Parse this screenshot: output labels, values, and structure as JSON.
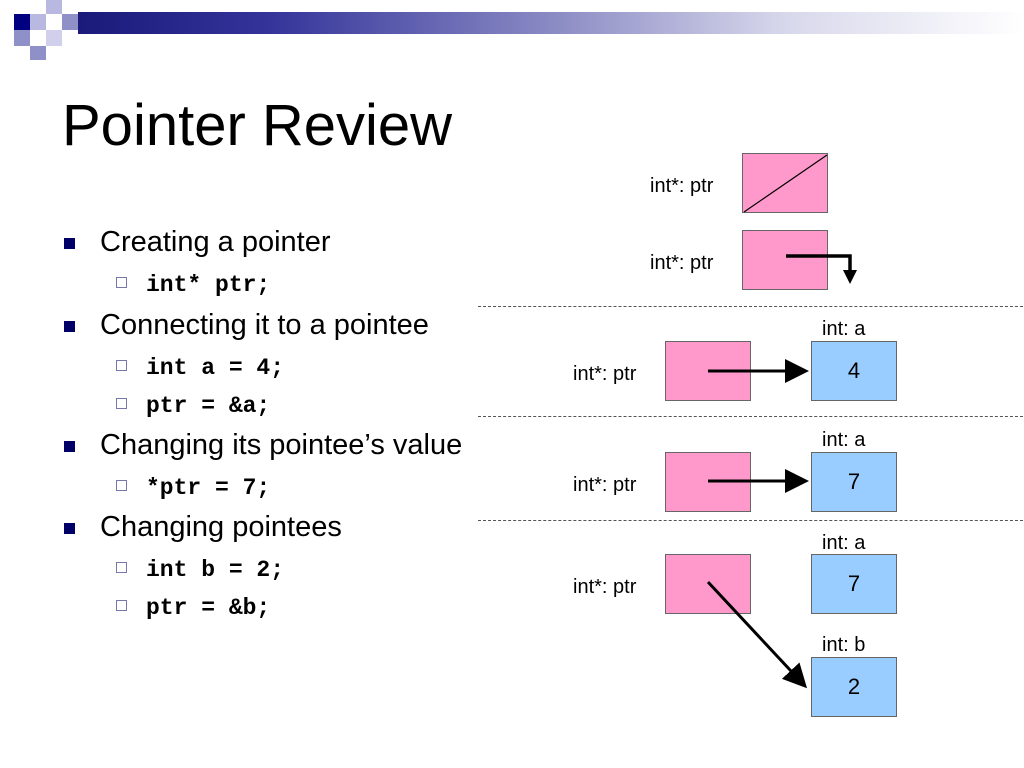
{
  "slide": {
    "title": "Pointer Review",
    "bullets": [
      {
        "text": "Creating a pointer",
        "code": [
          "int* ptr;"
        ]
      },
      {
        "text": "Connecting it to a pointee",
        "code": [
          "int a = 4;",
          "ptr = &a;"
        ]
      },
      {
        "text": "Changing its pointee’s value",
        "code": [
          "*ptr = 7;"
        ]
      },
      {
        "text": "Changing pointees",
        "code": [
          "int b = 2;",
          "ptr = &b;"
        ]
      }
    ]
  },
  "diagram": {
    "ptr_label": "int*: ptr",
    "a_label": "int: a",
    "b_label": "int: b",
    "values": {
      "a_initial": "4",
      "a_changed": "7",
      "a_final": "7",
      "b": "2"
    }
  },
  "colors": {
    "pointer_box": "#ff99cc",
    "int_box": "#99ccff",
    "bullet_marker": "#000066"
  }
}
